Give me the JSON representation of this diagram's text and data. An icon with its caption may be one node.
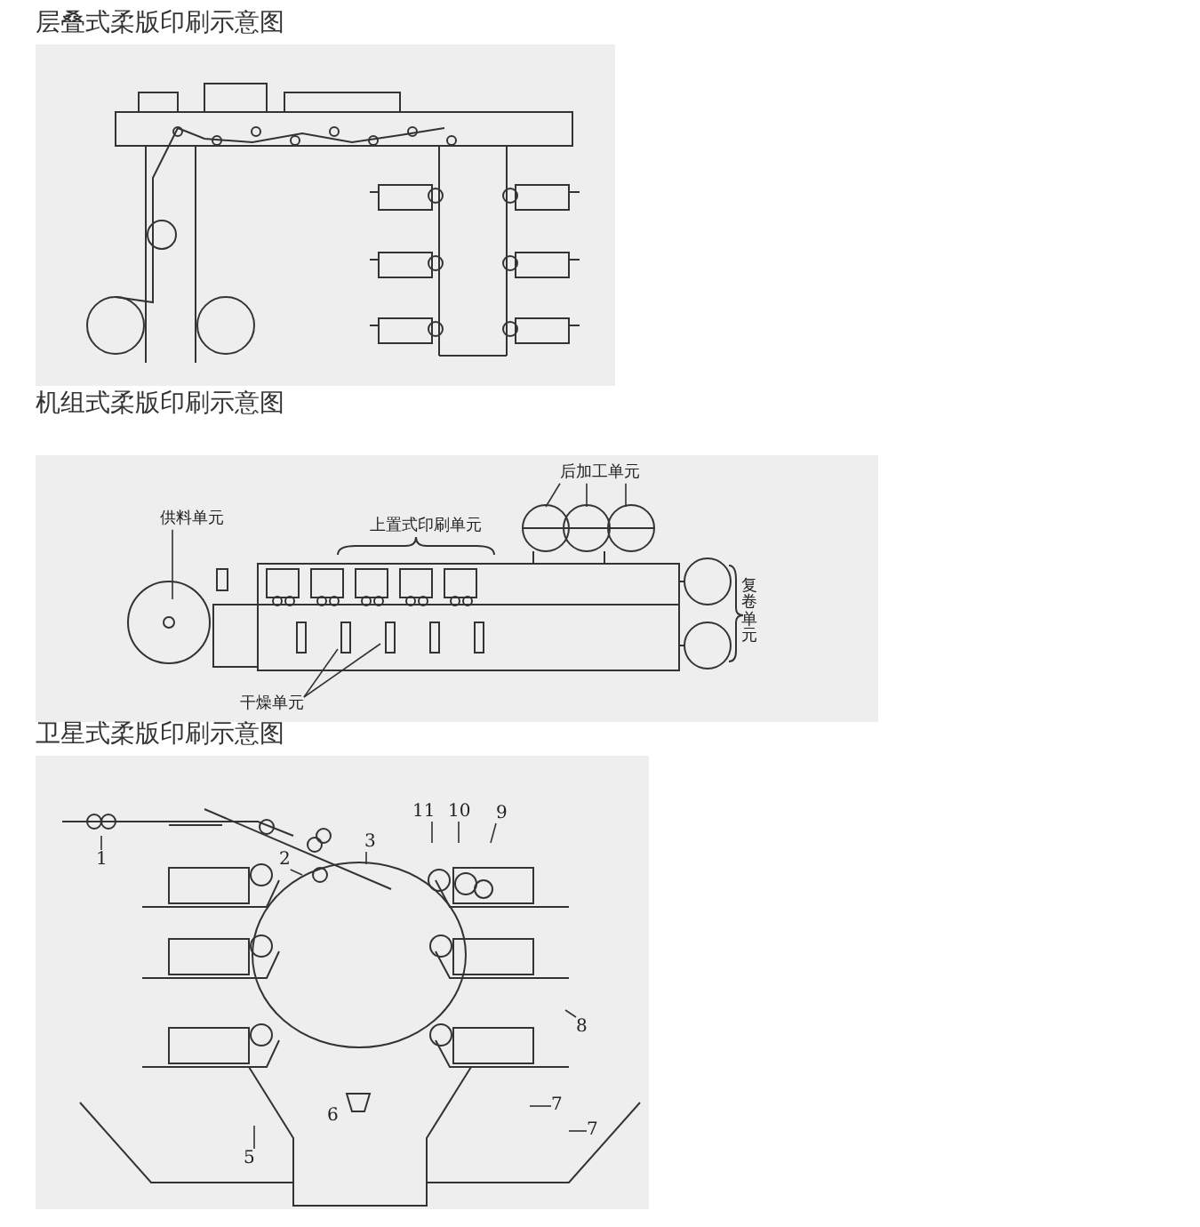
{
  "diagram": {
    "nodes": [
      {
        "text": [
          "供料单元"
        ]
      },
      {
        "text": [
          "后加工单元"
        ]
      },
      {
        "text": [
          "干燥单元"
        ]
      },
      {
        "text": [
          "1"
        ]
      },
      {
        "text": [
          "2"
        ]
      },
      {
        "text": [
          "3"
        ]
      },
      {
        "text": [
          "11"
        ]
      },
      {
        "text": [
          "10"
        ]
      },
      {
        "text": [
          "9"
        ]
      },
      {
        "text": [
          "8"
        ]
      },
      {
        "text": [
          "7"
        ]
      },
      {
        "text": [
          "7"
        ]
      },
      {
        "text": [
          "5"
        ]
      }
    ],
    "edges": [
      {
        "from": 0,
        "to": null,
        "arrow": "none"
      },
      {
        "from": 1,
        "to": null,
        "arrow": "none"
      },
      {
        "from": 1,
        "to": null,
        "arrow": "none"
      },
      {
        "from": 1,
        "to": null,
        "arrow": "none"
      },
      {
        "from": 2,
        "to": null,
        "arrow": "none"
      },
      {
        "from": 2,
        "to": null,
        "arrow": "none"
      },
      {
        "from": 3,
        "to": null,
        "arrow": "none"
      },
      {
        "from": 4,
        "to": null,
        "arrow": "none"
      },
      {
        "from": 5,
        "to": null,
        "arrow": "none"
      },
      {
        "from": 6,
        "to": null,
        "arrow": "none"
      },
      {
        "from": 7,
        "to": null,
        "arrow": "none"
      },
      {
        "from": 8,
        "to": null,
        "arrow": "none"
      },
      {
        "from": 9,
        "to": null,
        "arrow": "none"
      },
      {
        "from": 10,
        "to": null,
        "arrow": "none"
      },
      {
        "from": 11,
        "to": null,
        "arrow": "none"
      },
      {
        "from": 12,
        "to": null,
        "arrow": "none"
      }
    ],
    "labels": [
      "层叠式柔版印刷示意图",
      "机组式柔版印刷示意图",
      "上置式印刷单元",
      "复卷单元",
      "卫星式柔版印刷示意图",
      "6"
    ]
  }
}
